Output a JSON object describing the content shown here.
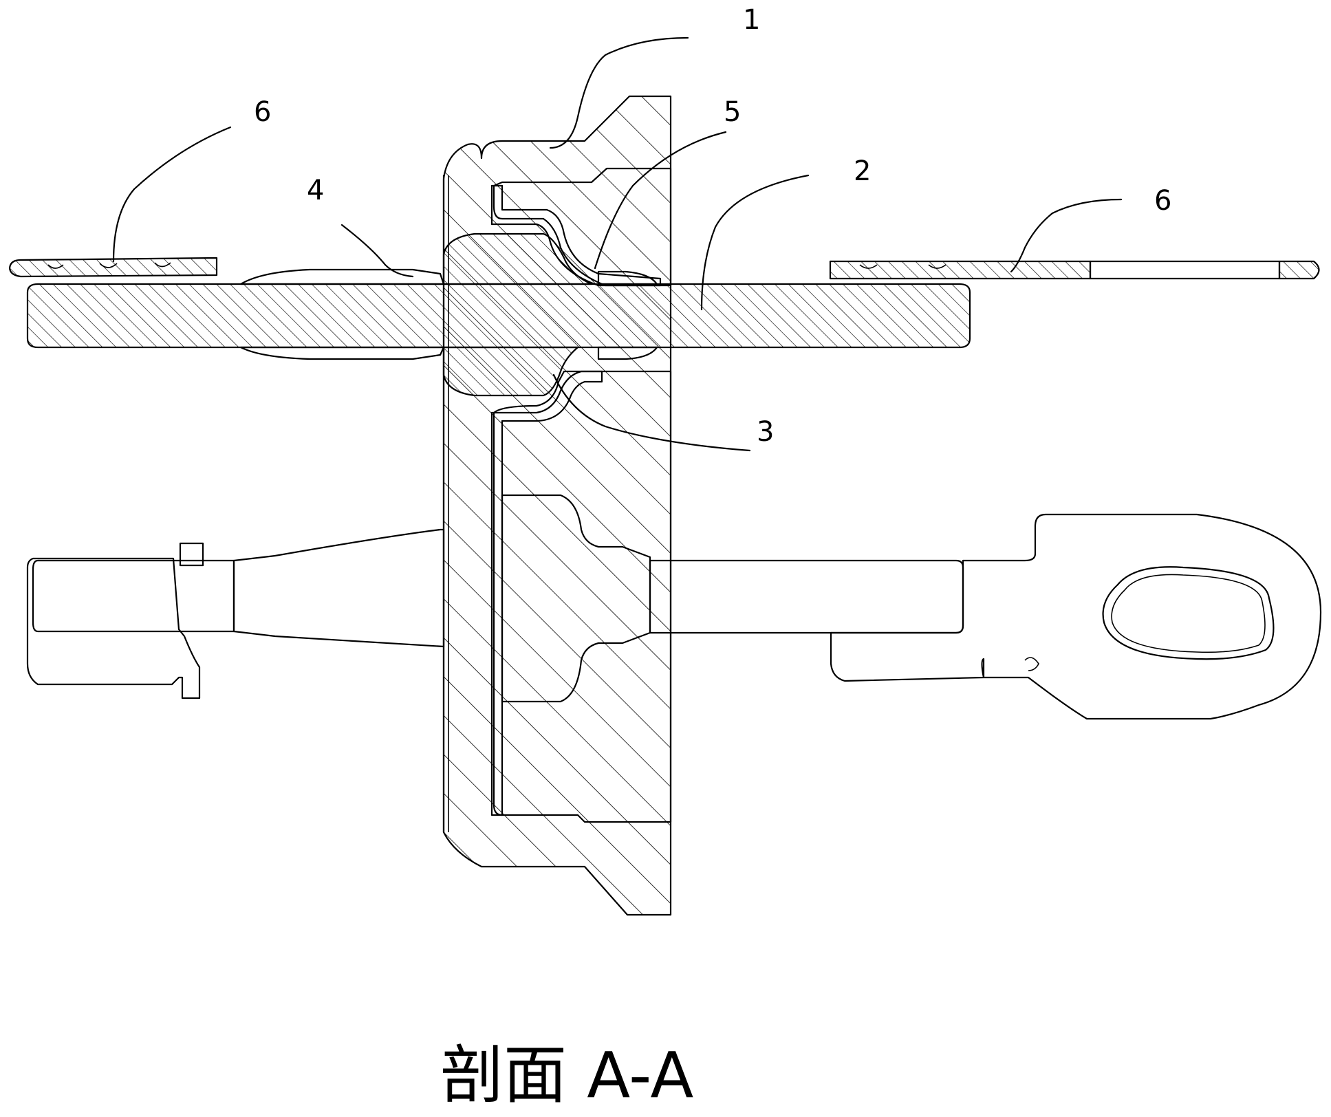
{
  "figure": {
    "caption": "剖面 A-A"
  },
  "labels": {
    "l1": "1",
    "l2": "2",
    "l3": "3",
    "l4": "4",
    "l5": "5",
    "l6_left": "6",
    "l6_right": "6"
  },
  "colors": {
    "line": "#000000",
    "background": "#ffffff"
  }
}
